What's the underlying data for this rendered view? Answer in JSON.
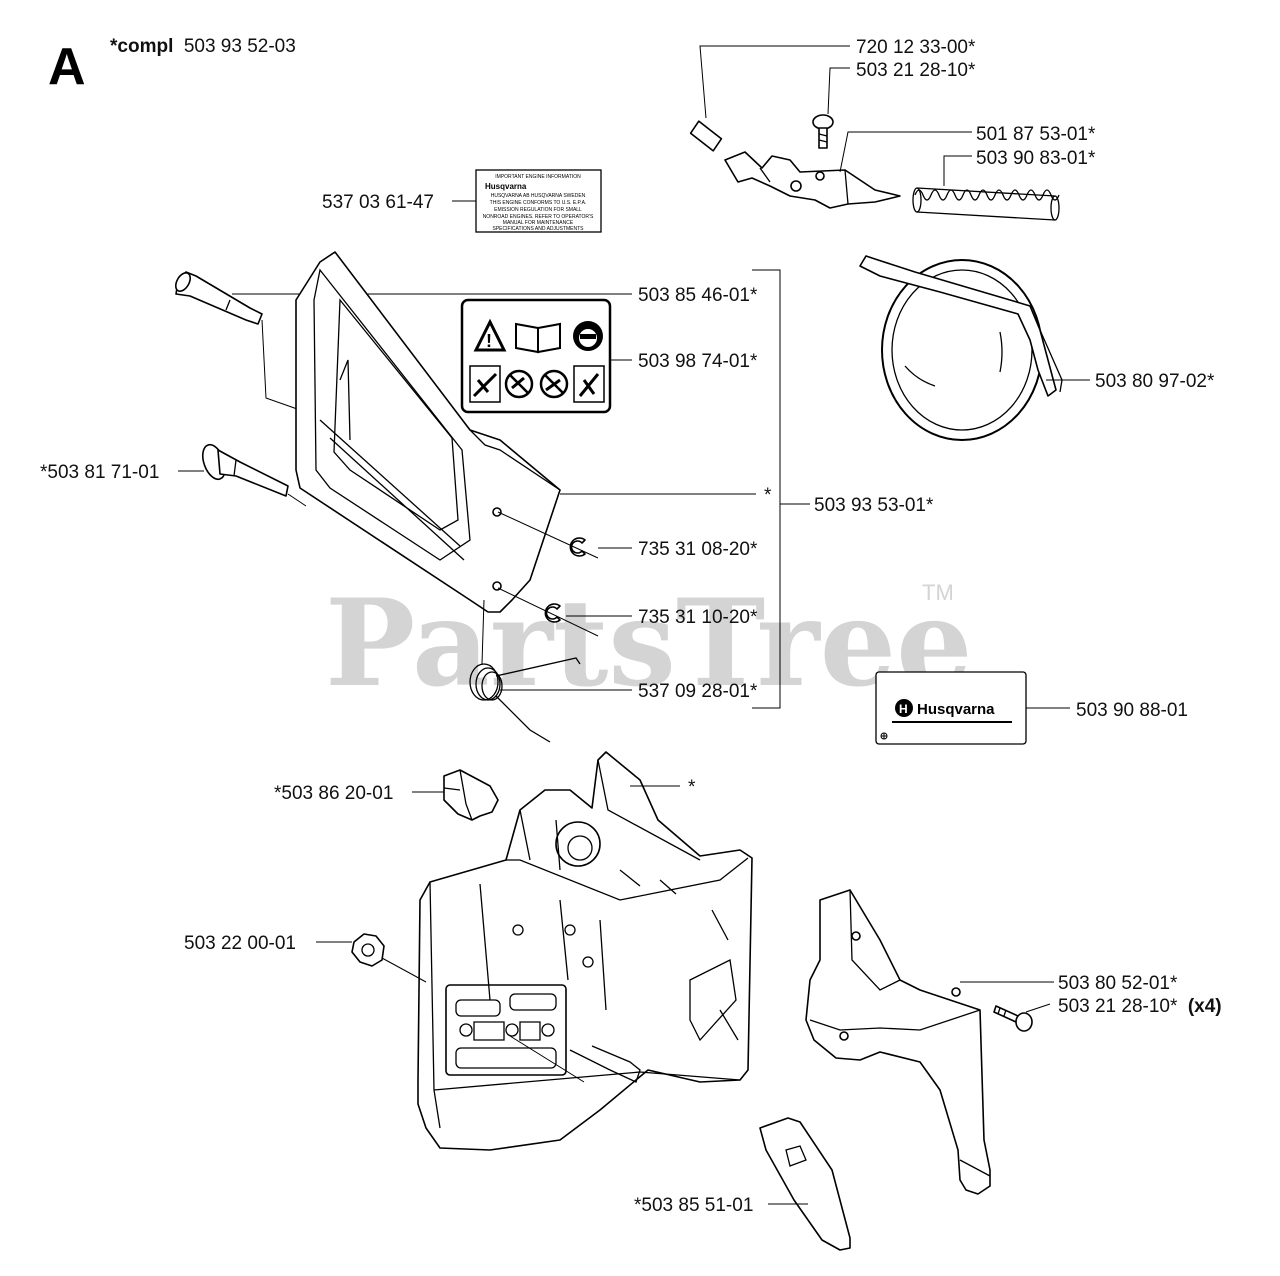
{
  "header": {
    "section": "A",
    "compl_prefix": "*compl",
    "compl_number": "503 93 52-03"
  },
  "watermark": {
    "text": "PartsTree",
    "tm": "TM"
  },
  "decals": {
    "info_label": {
      "line1": "IMPORTANT ENGINE INFORMATION",
      "brand": "Husqvarna",
      "line3": "HUSQVARNA AB HUSQVARNA SWEDEN",
      "line4": "THIS ENGINE CONFORMS TO U.S. E.P.A.",
      "line5": "EMISSION REGULATION FOR SMALL",
      "line6": "NONROAD ENGINES. REFER TO OPERATOR'S",
      "line7": "MANUAL FOR MAINTENANCE",
      "line8": "SPECIFICATIONS AND ADJUSTMENTS"
    },
    "brand_decal": {
      "text": "Husqvarna"
    }
  },
  "labels": {
    "p720_12_33_00": "720 12 33-00*",
    "p503_21_28_10_top": "503 21 28-10*",
    "p501_87_53_01": "501 87 53-01*",
    "p503_90_83_01": "503 90 83-01*",
    "p537_03_61_47": "537 03 61-47",
    "p503_85_46_01": "503 85 46-01*",
    "p503_98_74_01": "503 98 74-01*",
    "p503_80_97_02": "503 80 97-02*",
    "p503_81_71_01": "*503 81 71-01",
    "star_cover": "*",
    "p503_93_53_01": "503 93 53-01*",
    "p735_31_08_20": "735 31 08-20*",
    "p735_31_10_20": "735 31 10-20*",
    "p537_09_28_01": "537 09 28-01*",
    "p503_90_88_01": "503 90 88-01",
    "p503_86_20_01": "*503 86 20-01",
    "star_shield": "*",
    "p503_22_00_01": "503 22 00-01",
    "p503_80_52_01": "503 80 52-01*",
    "p503_21_28_10_bottom": "503 21 28-10*",
    "qty_x4": "(x4)",
    "p503_85_51_01": "*503 85 51-01"
  }
}
